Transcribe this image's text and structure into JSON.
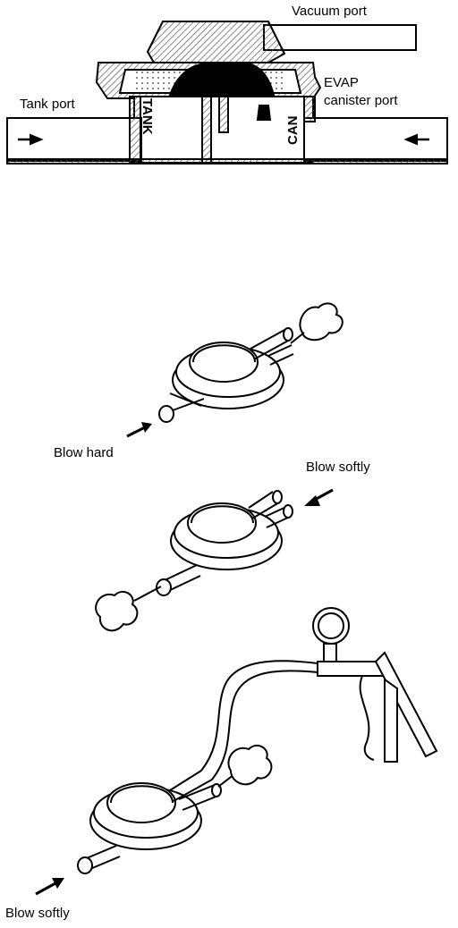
{
  "section": {
    "labels": {
      "vacuum_port": "Vacuum port",
      "evap_line1": "EVAP",
      "evap_line2": "canister port",
      "tank_port": "Tank port",
      "tank": "TANK",
      "can": "CAN"
    }
  },
  "tests": [
    {
      "instruction": "Blow hard"
    },
    {
      "instruction": "Blow softly"
    },
    {
      "instruction": "Blow softly"
    }
  ],
  "colors": {
    "ink": "#000000",
    "paper": "#ffffff",
    "hatch": "#777777"
  }
}
